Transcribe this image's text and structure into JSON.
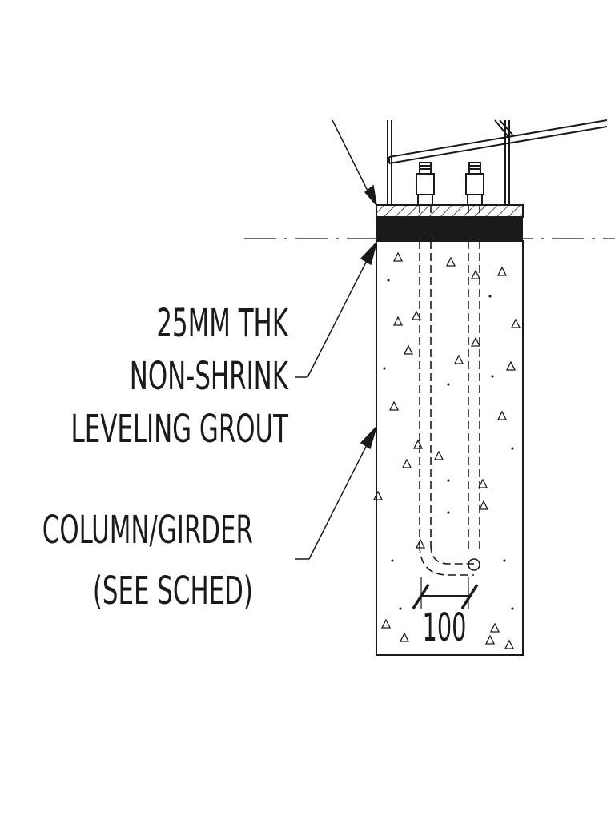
{
  "grout_note": {
    "line1": "25MM THK",
    "line2": "NON-SHRINK",
    "line3": "LEVELING GROUT"
  },
  "column_note": {
    "line1": "COLUMN/GIRDER",
    "line2": "(SEE SCHED)"
  },
  "dimension": {
    "value": "100"
  },
  "colors": {
    "ink": "#1a1a1a",
    "paper": "#ffffff"
  }
}
